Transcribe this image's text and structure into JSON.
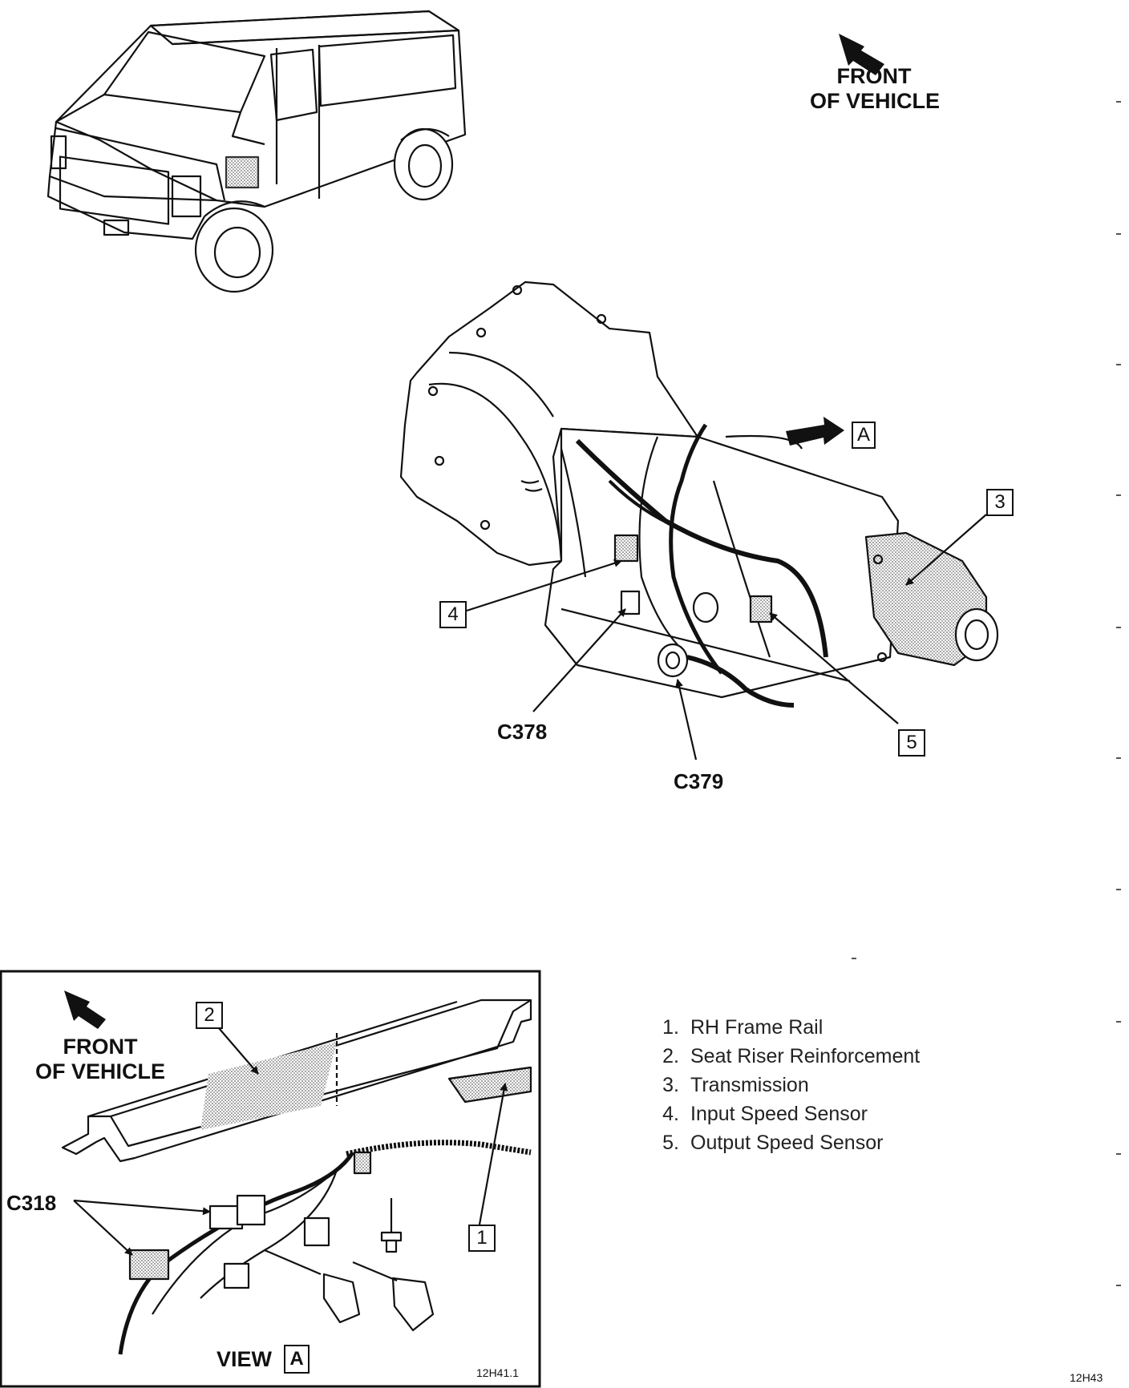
{
  "front_label_top": {
    "line1": "FRONT",
    "line2": "OF VEHICLE"
  },
  "front_label_inset": {
    "line1": "FRONT",
    "line2": "OF VEHICLE"
  },
  "view_marker": "A",
  "view_caption": {
    "prefix": "VIEW",
    "letter": "A"
  },
  "connectors": {
    "c378": "C378",
    "c379": "C379",
    "c318": "C318"
  },
  "callouts": {
    "n1": "1",
    "n2": "2",
    "n3": "3",
    "n4": "4",
    "n5": "5"
  },
  "legend": [
    {
      "num": "1.",
      "text": "RH Frame Rail"
    },
    {
      "num": "2.",
      "text": "Seat Riser Reinforcement"
    },
    {
      "num": "3.",
      "text": "Transmission"
    },
    {
      "num": "4.",
      "text": "Input Speed Sensor"
    },
    {
      "num": "5.",
      "text": "Output Speed Sensor"
    }
  ],
  "figure_ids": {
    "inset": "12H41.1",
    "page": "12H43"
  },
  "colors": {
    "ink": "#111111",
    "shade": "#bdbdbd",
    "paper": "#ffffff"
  }
}
